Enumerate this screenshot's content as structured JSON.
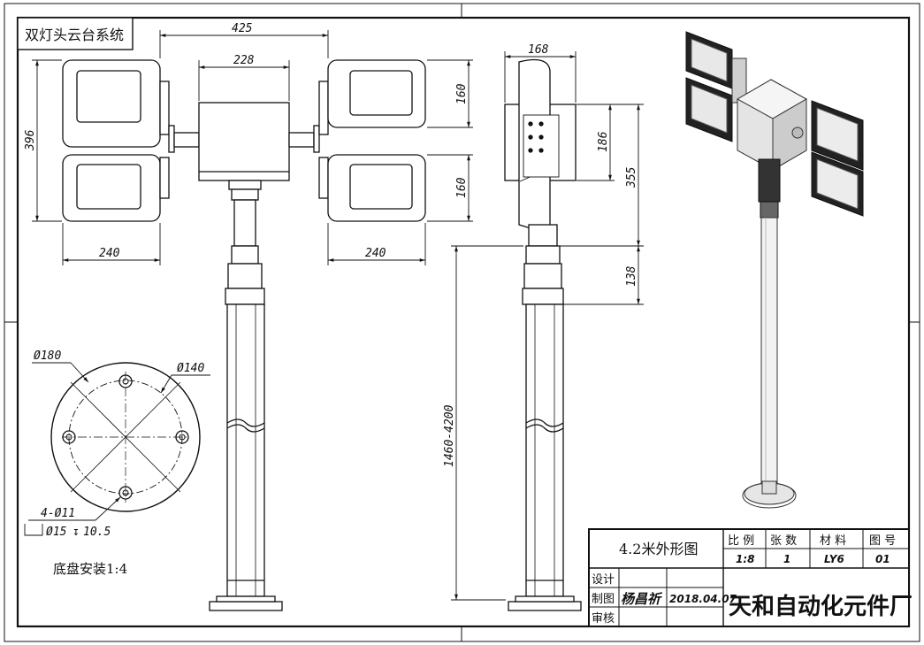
{
  "drawing": {
    "title_box": "双灯头云台系统",
    "front_view": {
      "dim_overall_width": "425",
      "dim_housing_width": "228",
      "dim_height": "396",
      "dim_left_lamp_width": "240",
      "dim_right_lamp_width": "240",
      "dim_lamp_upper": "160",
      "dim_lamp_lower": "160"
    },
    "side_view": {
      "dim_depth": "168",
      "dim_bracket": "186",
      "dim_head": "355",
      "dim_joint": "138",
      "dim_mast": "1460-4200"
    },
    "base_view": {
      "dim_outer_dia": "Ø180",
      "dim_bolt_circle": "Ø140",
      "dim_holes": "4-Ø11",
      "dim_counterbore": "Ø15",
      "dim_counterbore_depth": "10.5",
      "caption": "底盘安装1:4"
    },
    "title_block": {
      "drawing_name": "4.2米外形图",
      "col_scale_label": "比 例",
      "col_sheets_label": "张 数",
      "col_material_label": "材 料",
      "col_number_label": "图 号",
      "scale": "1:8",
      "sheets": "1",
      "material": "LY6",
      "number": "01",
      "row_design": "设计",
      "row_drawn": "制图",
      "row_review": "审核",
      "signature": "杨昌祈",
      "date": "2018.04.07",
      "company": "天和自动化元件厂"
    }
  }
}
